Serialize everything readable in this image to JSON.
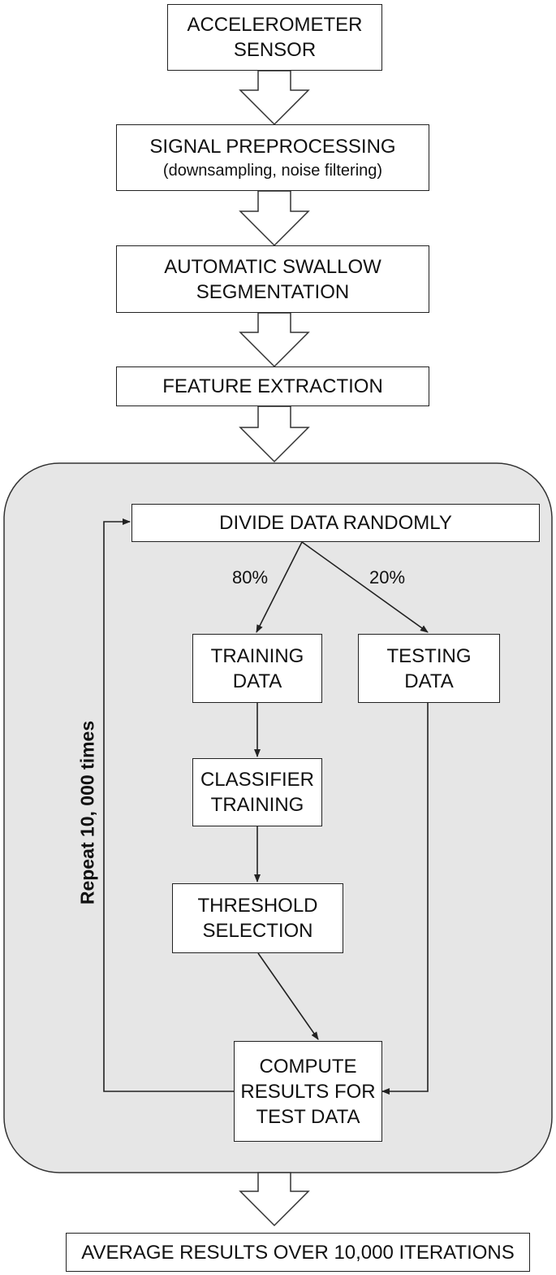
{
  "steps": {
    "sensor": [
      "ACCELEROMETER",
      "SENSOR"
    ],
    "preprocessing": {
      "title": "SIGNAL PREPROCESSING",
      "detail": "(downsampling, noise filtering)"
    },
    "segmentation": [
      "AUTOMATIC SWALLOW",
      "SEGMENTATION"
    ],
    "features": "FEATURE EXTRACTION"
  },
  "loop": {
    "label": "Repeat 10, 000 times",
    "divide": "DIVIDE DATA RANDOMLY",
    "train_split": "80%",
    "test_split": "20%",
    "training_data": [
      "TRAINING",
      "DATA"
    ],
    "testing_data": [
      "TESTING",
      "DATA"
    ],
    "classifier": [
      "CLASSIFIER",
      "TRAINING"
    ],
    "threshold": [
      "THRESHOLD",
      "SELECTION"
    ],
    "compute": [
      "COMPUTE",
      "RESULTS FOR",
      "TEST DATA"
    ]
  },
  "final": "AVERAGE RESULTS OVER 10,000 ITERATIONS"
}
